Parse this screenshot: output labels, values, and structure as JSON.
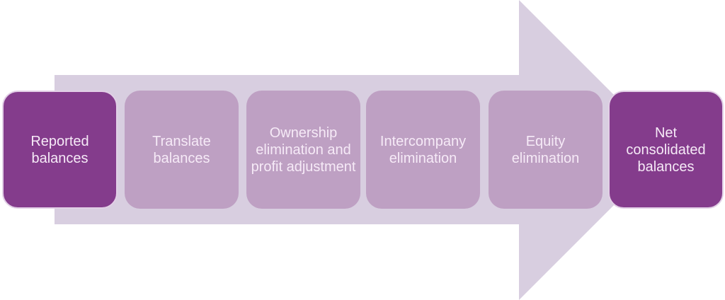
{
  "colors": {
    "arrow": "#d8cee0",
    "dark_step": "#843c8c",
    "light_step": "#bea0c3",
    "text": "#f6eaf7"
  },
  "steps": [
    {
      "label": "Reported balances",
      "style": "dark"
    },
    {
      "label": "Translate balances",
      "style": "light"
    },
    {
      "label": "Ownership elimination and profit adjustment",
      "style": "light"
    },
    {
      "label": "Intercompany elimination",
      "style": "light"
    },
    {
      "label": "Equity elimination",
      "style": "light"
    },
    {
      "label": "Net consolidated balances",
      "style": "dark"
    }
  ]
}
